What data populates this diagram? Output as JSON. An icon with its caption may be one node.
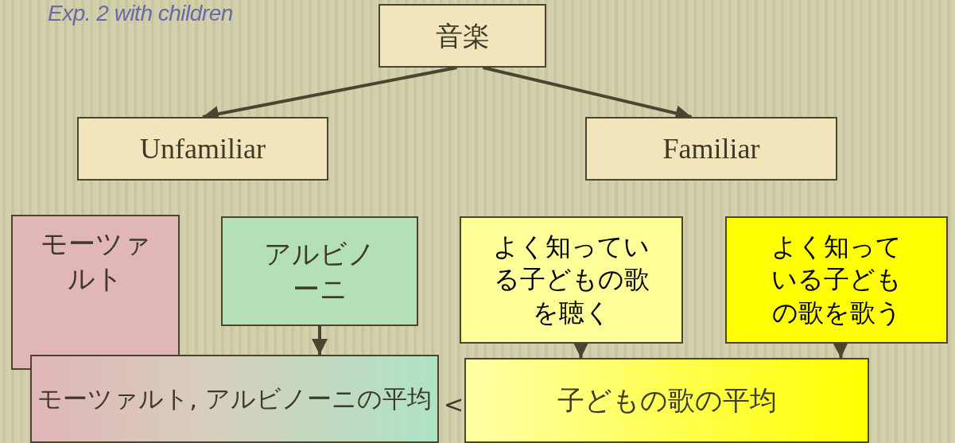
{
  "diagram": {
    "title": "Exp. 2 with children",
    "nodes": [
      {
        "text": [
          "音楽"
        ]
      },
      {
        "text": [
          "Unfamiliar"
        ]
      },
      {
        "text": [
          "Familiar"
        ]
      },
      {
        "text": [
          "モーツァルト"
        ]
      },
      {
        "text": [
          "アルビノーニ"
        ]
      },
      {
        "text": [
          "よく知っている子どもの歌を聴く"
        ]
      },
      {
        "text": [
          "よく知っている子どもの歌を歌う"
        ]
      },
      {
        "text": [
          "モーツァルト, アルビノーニの平均"
        ]
      },
      {
        "text": [
          "子どもの歌の平均"
        ]
      }
    ],
    "edges": [
      {
        "from": 0,
        "to": 1,
        "arrow": "to"
      },
      {
        "from": 0,
        "to": 2,
        "arrow": "to"
      },
      {
        "from": 4,
        "to": 7,
        "arrow": "to"
      },
      {
        "from": 5,
        "to": 8,
        "arrow": "to"
      },
      {
        "from": 6,
        "to": 8,
        "arrow": "to"
      }
    ],
    "labels": [
      "<"
    ]
  }
}
